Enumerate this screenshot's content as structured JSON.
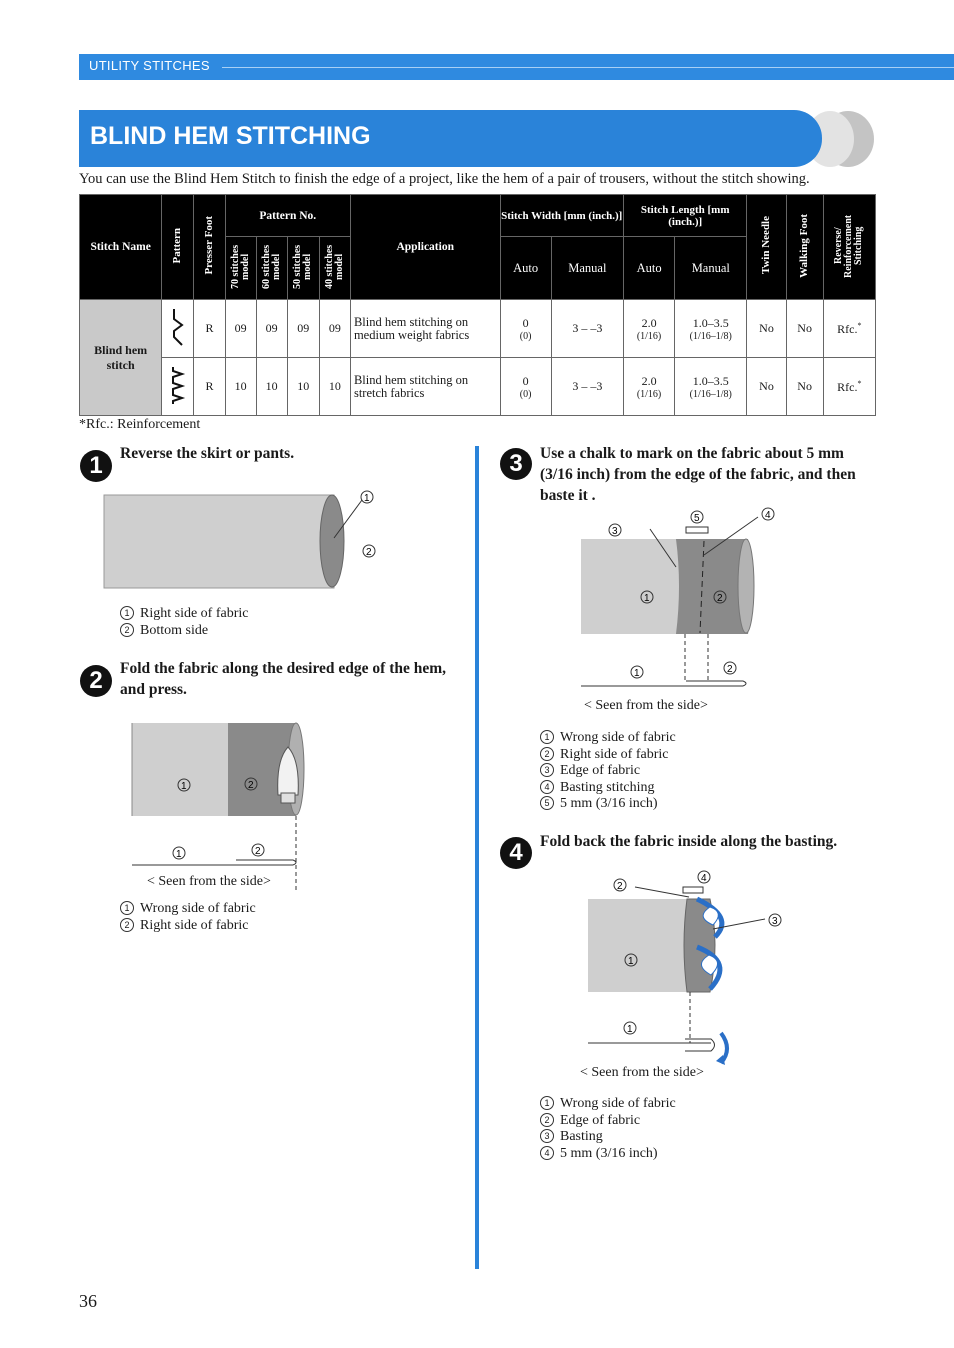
{
  "header": {
    "section": "UTILITY STITCHES"
  },
  "title": "BLIND HEM STITCHING",
  "intro": "You can use the Blind Hem Stitch to finish the edge of a project, like the hem of a pair of trousers, without the stitch showing.",
  "table": {
    "headers": {
      "stitch_name": "Stitch Name",
      "pattern": "Pattern",
      "presser_foot": "Presser Foot",
      "pattern_no": "Pattern No.",
      "models": [
        "70 stitches model",
        "60 stitches model",
        "50 stitches model",
        "40 stitches model"
      ],
      "application": "Application",
      "stitch_width": "Stitch Width [mm (inch.)]",
      "stitch_length": "Stitch Length [mm (inch.)]",
      "auto": "Auto",
      "manual": "Manual",
      "twin_needle": "Twin Needle",
      "walking_foot": "Walking Foot",
      "reverse": "Reverse/ Reinforcement Stitching"
    },
    "stitch_name_value": "Blind hem stitch",
    "rows": [
      {
        "foot": "R",
        "m70": "09",
        "m60": "09",
        "m50": "09",
        "m40": "09",
        "application": "Blind hem stitching on medium weight fabrics",
        "width_auto": "0",
        "width_auto_in": "(0)",
        "width_manual": "3 – –3",
        "length_auto": "2.0",
        "length_auto_in": "(1/16)",
        "length_manual": "1.0–3.5",
        "length_manual_in": "(1/16–1/8)",
        "twin": "No",
        "walking": "No",
        "reverse": "Rfc.",
        "reverse_mark": "*"
      },
      {
        "foot": "R",
        "m70": "10",
        "m60": "10",
        "m50": "10",
        "m40": "10",
        "application": "Blind hem stitching on stretch fabrics",
        "width_auto": "0",
        "width_auto_in": "(0)",
        "width_manual": "3 – –3",
        "length_auto": "2.0",
        "length_auto_in": "(1/16)",
        "length_manual": "1.0–3.5",
        "length_manual_in": "(1/16–1/8)",
        "twin": "No",
        "walking": "No",
        "reverse": "Rfc.",
        "reverse_mark": "*"
      }
    ]
  },
  "footnote": "*Rfc.: Reinforcement",
  "steps": {
    "s1": {
      "num": "1",
      "text": "Reverse the skirt or pants.",
      "legend": [
        {
          "n": "1",
          "t": "Right side of fabric"
        },
        {
          "n": "2",
          "t": "Bottom side"
        }
      ]
    },
    "s2": {
      "num": "2",
      "text": "Fold the fabric along the desired edge of the hem, and press.",
      "caption": "< Seen from the side>",
      "legend": [
        {
          "n": "1",
          "t": "Wrong side of fabric"
        },
        {
          "n": "2",
          "t": "Right side of fabric"
        }
      ]
    },
    "s3": {
      "num": "3",
      "text": "Use a chalk to mark on the fabric about 5 mm (3/16 inch) from the edge of the fabric, and then baste it .",
      "caption": "< Seen from the side>",
      "legend": [
        {
          "n": "1",
          "t": "Wrong side of fabric"
        },
        {
          "n": "2",
          "t": "Right side of fabric"
        },
        {
          "n": "3",
          "t": "Edge of fabric"
        },
        {
          "n": "4",
          "t": "Basting stitching"
        },
        {
          "n": "5",
          "t": "5 mm (3/16 inch)"
        }
      ]
    },
    "s4": {
      "num": "4",
      "text": "Fold back the fabric inside along the basting.",
      "caption": "< Seen from the side>",
      "legend": [
        {
          "n": "1",
          "t": "Wrong side of fabric"
        },
        {
          "n": "2",
          "t": "Edge of fabric"
        },
        {
          "n": "3",
          "t": "Basting"
        },
        {
          "n": "4",
          "t": "5 mm (3/16 inch)"
        }
      ]
    }
  },
  "diagram_labels": {
    "one": "1",
    "two": "2",
    "three": "3",
    "four": "4",
    "five": "5"
  },
  "page_number": "36",
  "colors": {
    "accent": "#2a83d9",
    "header": "#2f8ae0",
    "fabric": "#cfcfcf",
    "fabric_dark": "#8a8a8a",
    "arrow": "#2a6fc7"
  }
}
